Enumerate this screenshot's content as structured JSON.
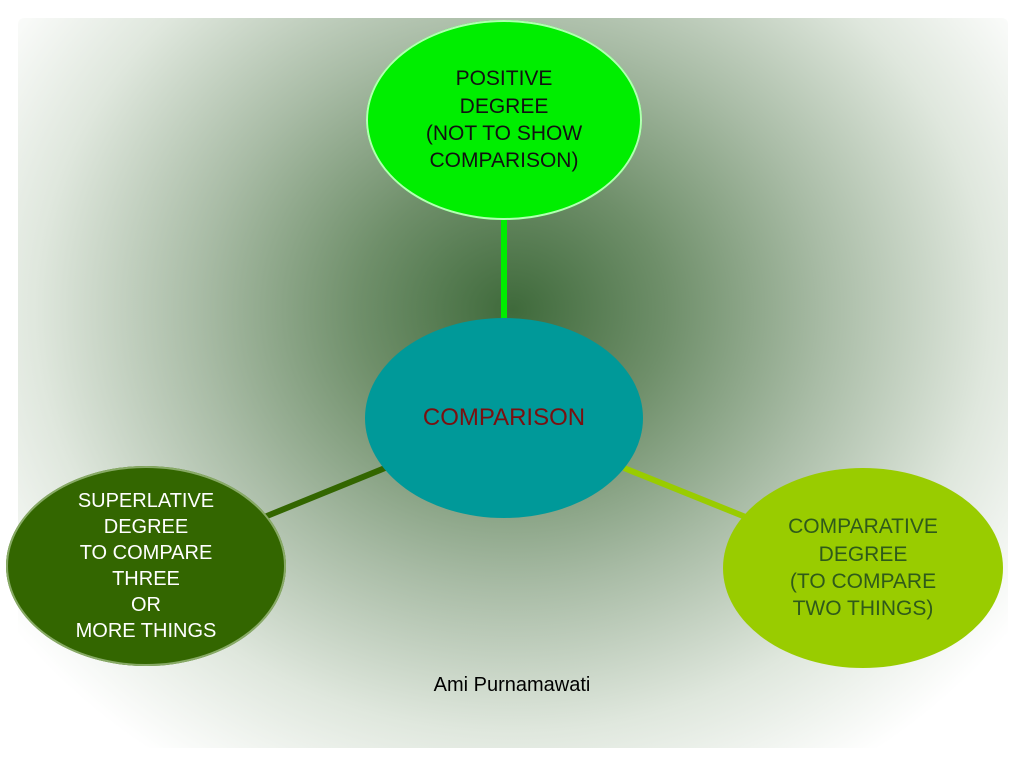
{
  "diagram": {
    "center": {
      "label": "COMPARISON",
      "color": "#009999",
      "text_color": "#7a1010"
    },
    "positive": {
      "label": "POSITIVE\nDEGREE\n(NOT TO SHOW\nCOMPARISON)",
      "color": "#00ee00"
    },
    "superlative": {
      "label": "SUPERLATIVE\nDEGREE\nTO COMPARE\nTHREE\nOR\nMORE THINGS",
      "color": "#336600"
    },
    "comparative": {
      "label": "COMPARATIVE\nDEGREE\n(TO COMPARE\nTWO THINGS)",
      "color": "#99cc00"
    },
    "edges": [
      {
        "from": "center",
        "to": "positive",
        "color": "#00ee00"
      },
      {
        "from": "center",
        "to": "superlative",
        "color": "#336600"
      },
      {
        "from": "center",
        "to": "comparative",
        "color": "#99cc00"
      }
    ]
  },
  "footer": {
    "author": "Ami Purnamawati"
  }
}
